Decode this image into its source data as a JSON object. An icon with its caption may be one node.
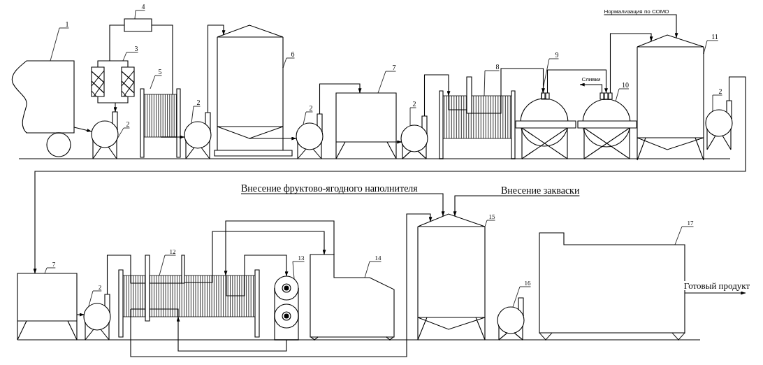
{
  "diagram": {
    "nodes": [
      {
        "text": [
          "1"
        ]
      },
      {
        "text": [],
        "shape": "picture"
      },
      {
        "text": [
          "4"
        ]
      },
      {
        "text": [],
        "shape": "box"
      },
      {
        "text": [
          "3"
        ]
      },
      {
        "text": [],
        "shape": "picture"
      },
      {
        "text": [
          "2"
        ]
      },
      {
        "text": [],
        "shape": "circle"
      },
      {
        "text": [
          "5"
        ]
      },
      {
        "text": [],
        "shape": "picture"
      },
      {
        "text": [
          "2"
        ]
      },
      {
        "text": [],
        "shape": "circle"
      },
      {
        "text": [
          "6"
        ]
      },
      {
        "text": [],
        "shape": "tank"
      },
      {
        "text": [
          "2"
        ]
      },
      {
        "text": [],
        "shape": "circle"
      },
      {
        "text": [
          "7"
        ]
      },
      {
        "text": [],
        "shape": "box"
      },
      {
        "text": [
          "2"
        ]
      },
      {
        "text": [],
        "shape": "circle"
      },
      {
        "text": [
          "8"
        ]
      },
      {
        "text": [],
        "shape": "picture"
      },
      {
        "text": [
          "9"
        ]
      },
      {
        "text": [],
        "shape": "circle"
      },
      {
        "text": [
          "Нормализация по СОМО"
        ]
      },
      {
        "text": [
          "10"
        ]
      },
      {
        "text": [],
        "shape": "circle"
      },
      {
        "text": [
          "11"
        ]
      },
      {
        "text": [],
        "shape": "tank"
      },
      {
        "text": [
          "2"
        ]
      },
      {
        "text": [],
        "shape": "circle"
      },
      {
        "text": [
          "Внесение фруктово-ягодного наполнителя"
        ]
      },
      {
        "text": [
          "Внесение закваски"
        ]
      },
      {
        "text": [
          "7"
        ]
      },
      {
        "text": [],
        "shape": "box"
      },
      {
        "text": [
          "2"
        ]
      },
      {
        "text": [],
        "shape": "circle"
      },
      {
        "text": [
          "12"
        ]
      },
      {
        "text": [],
        "shape": "picture"
      },
      {
        "text": [
          "13"
        ]
      },
      {
        "text": [],
        "shape": "picture"
      },
      {
        "text": [
          "14"
        ]
      },
      {
        "text": [],
        "shape": "picture"
      },
      {
        "text": [
          "15"
        ]
      },
      {
        "text": [],
        "shape": "tank"
      },
      {
        "text": [
          "16"
        ]
      },
      {
        "text": [],
        "shape": "circle"
      },
      {
        "text": [
          "17"
        ]
      },
      {
        "text": [],
        "shape": "picture"
      }
    ],
    "edges": [
      {
        "from": 0,
        "to": 1,
        "arrow": "none"
      },
      {
        "from": 2,
        "to": 3,
        "arrow": "none"
      },
      {
        "from": 4,
        "to": 5,
        "arrow": "none"
      },
      {
        "from": 6,
        "to": 7,
        "arrow": "none"
      },
      {
        "from": 8,
        "to": 9,
        "arrow": "none"
      },
      {
        "from": 10,
        "to": 11,
        "arrow": "none"
      },
      {
        "from": 12,
        "to": 13,
        "arrow": "none"
      },
      {
        "from": 14,
        "to": 15,
        "arrow": "none"
      },
      {
        "from": 16,
        "to": 17,
        "arrow": "none"
      },
      {
        "from": 18,
        "to": 19,
        "arrow": "none"
      },
      {
        "from": 20,
        "to": 21,
        "arrow": "none"
      },
      {
        "from": 22,
        "to": 23,
        "arrow": "none"
      },
      {
        "from": 25,
        "to": 26,
        "arrow": "none"
      },
      {
        "from": 27,
        "to": 28,
        "arrow": "none"
      },
      {
        "from": 29,
        "to": 30,
        "arrow": "none"
      },
      {
        "from": 33,
        "to": 34,
        "arrow": "none"
      },
      {
        "from": 35,
        "to": 36,
        "arrow": "none"
      },
      {
        "from": 37,
        "to": 38,
        "arrow": "none"
      },
      {
        "from": 39,
        "to": 40,
        "arrow": "none"
      },
      {
        "from": 41,
        "to": 42,
        "arrow": "none"
      },
      {
        "from": 43,
        "to": 44,
        "arrow": "none"
      },
      {
        "from": 45,
        "to": 46,
        "arrow": "none"
      },
      {
        "from": 47,
        "to": 48,
        "arrow": "none"
      },
      {
        "from": 1,
        "to": 7,
        "arrow": "to"
      },
      {
        "from": 5,
        "to": 7,
        "arrow": "to"
      },
      {
        "from": 5,
        "to": 3,
        "arrow": "none"
      },
      {
        "from": 3,
        "to": 9,
        "arrow": "none"
      },
      {
        "from": 9,
        "to": 11,
        "arrow": "to"
      },
      {
        "from": 11,
        "to": 13,
        "arrow": "to"
      },
      {
        "from": 13,
        "to": 15,
        "arrow": "to"
      },
      {
        "from": 15,
        "to": 17,
        "arrow": "to"
      },
      {
        "from": 17,
        "to": 19,
        "arrow": "to"
      },
      {
        "from": 19,
        "to": 21,
        "arrow": "to"
      },
      {
        "from": 21,
        "to": 23,
        "arrow": "to"
      },
      {
        "from": 23,
        "to": 26,
        "arrow": "to"
      },
      {
        "from": 26,
        "to": null,
        "arrow": "to",
        "label": "Сливки"
      },
      {
        "from": 26,
        "to": 28,
        "arrow": "to"
      },
      {
        "from": 24,
        "to": 28,
        "arrow": "to"
      },
      {
        "from": 30,
        "to": 34,
        "arrow": "to"
      },
      {
        "from": 34,
        "to": 36,
        "arrow": "to"
      },
      {
        "from": 36,
        "to": 38,
        "arrow": "none"
      },
      {
        "from": 38,
        "to": 40,
        "arrow": "to"
      },
      {
        "from": 40,
        "to": 38,
        "arrow": "to"
      },
      {
        "from": 38,
        "to": 42,
        "arrow": "to"
      },
      {
        "from": 42,
        "to": 38,
        "arrow": "to"
      },
      {
        "from": 38,
        "to": 44,
        "arrow": "to"
      },
      {
        "from": 31,
        "to": 44,
        "arrow": "to"
      },
      {
        "from": 32,
        "to": 44,
        "arrow": "to"
      },
      {
        "from": 48,
        "to": null,
        "arrow": "to",
        "label": "Готовый продукт"
      }
    ]
  }
}
